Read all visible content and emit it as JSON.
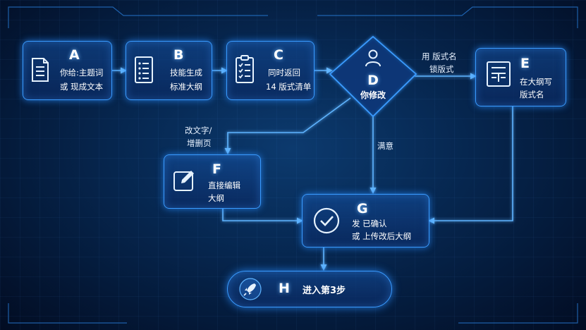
{
  "nodes": {
    "a": {
      "letter": "A",
      "line1": "你给:主题词",
      "line2": "或 现成文本",
      "icon": "document-icon"
    },
    "b": {
      "letter": "B",
      "line1": "技能生成",
      "line2": "标准大纲",
      "icon": "list-document-icon"
    },
    "c": {
      "letter": "C",
      "line1": "同时返回",
      "line2": "14 版式清单",
      "icon": "clipboard-checklist-icon"
    },
    "d": {
      "letter": "D",
      "line1": "你修改",
      "icon": "user-icon"
    },
    "e": {
      "letter": "E",
      "line1": "在大纲写",
      "line2": "版式名",
      "icon": "layout-icon"
    },
    "f": {
      "letter": "F",
      "line1": "直接编辑",
      "line2": "大纲",
      "icon": "edit-icon"
    },
    "g": {
      "letter": "G",
      "line1": "发 已确认",
      "line2": "或 上传改后大纲",
      "icon": "check-circle-icon"
    },
    "h": {
      "letter": "H",
      "line1": "进入第3步",
      "icon": "rocket-icon"
    }
  },
  "edge_labels": {
    "d_to_e_line1": "用 版式名",
    "d_to_e_line2": "锁版式",
    "d_to_f_line1": "改文字/",
    "d_to_f_line2": "增删页",
    "d_to_g": "满意"
  },
  "colors": {
    "accent": "#3a9bff",
    "glow": "#5fb4ff",
    "background": "#062249"
  }
}
